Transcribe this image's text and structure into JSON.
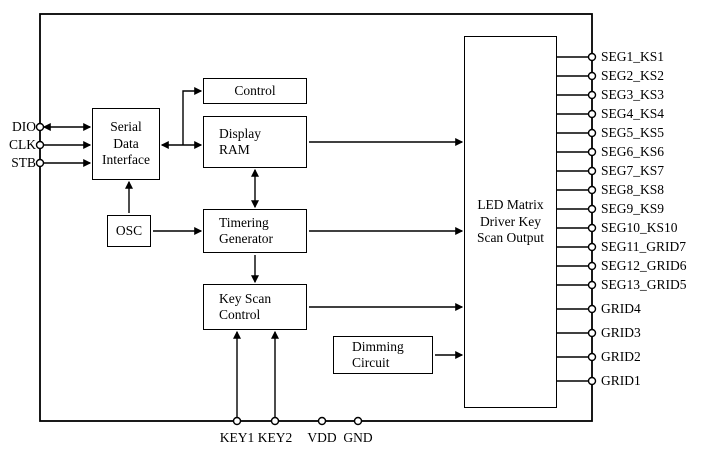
{
  "blocks": {
    "serial_data_interface": "Serial\nData\nInterface",
    "control": "Control",
    "display_ram": "Display\nRAM",
    "osc": "OSC",
    "timering_generator": "Timering\nGenerator",
    "key_scan_control": "Key Scan\nControl",
    "dimming_circuit": "Dimming\nCircuit",
    "led_matrix": "LED Matrix\nDriver Key\nScan Output"
  },
  "left_pins": [
    "DIO",
    "CLK",
    "STB"
  ],
  "bottom_pins": [
    "KEY1",
    "KEY2",
    "VDD",
    "GND"
  ],
  "right_pins": [
    "SEG1_KS1",
    "SEG2_KS2",
    "SEG3_KS3",
    "SEG4_KS4",
    "SEG5_KS5",
    "SEG6_KS6",
    "SEG7_KS7",
    "SEG8_KS8",
    "SEG9_KS9",
    "SEG10_KS10",
    "SEG11_GRID7",
    "SEG12_GRID6",
    "SEG13_GRID5",
    "GRID4",
    "GRID3",
    "GRID2",
    "GRID1"
  ],
  "colors": {
    "line": "#000000",
    "background": "#ffffff"
  }
}
